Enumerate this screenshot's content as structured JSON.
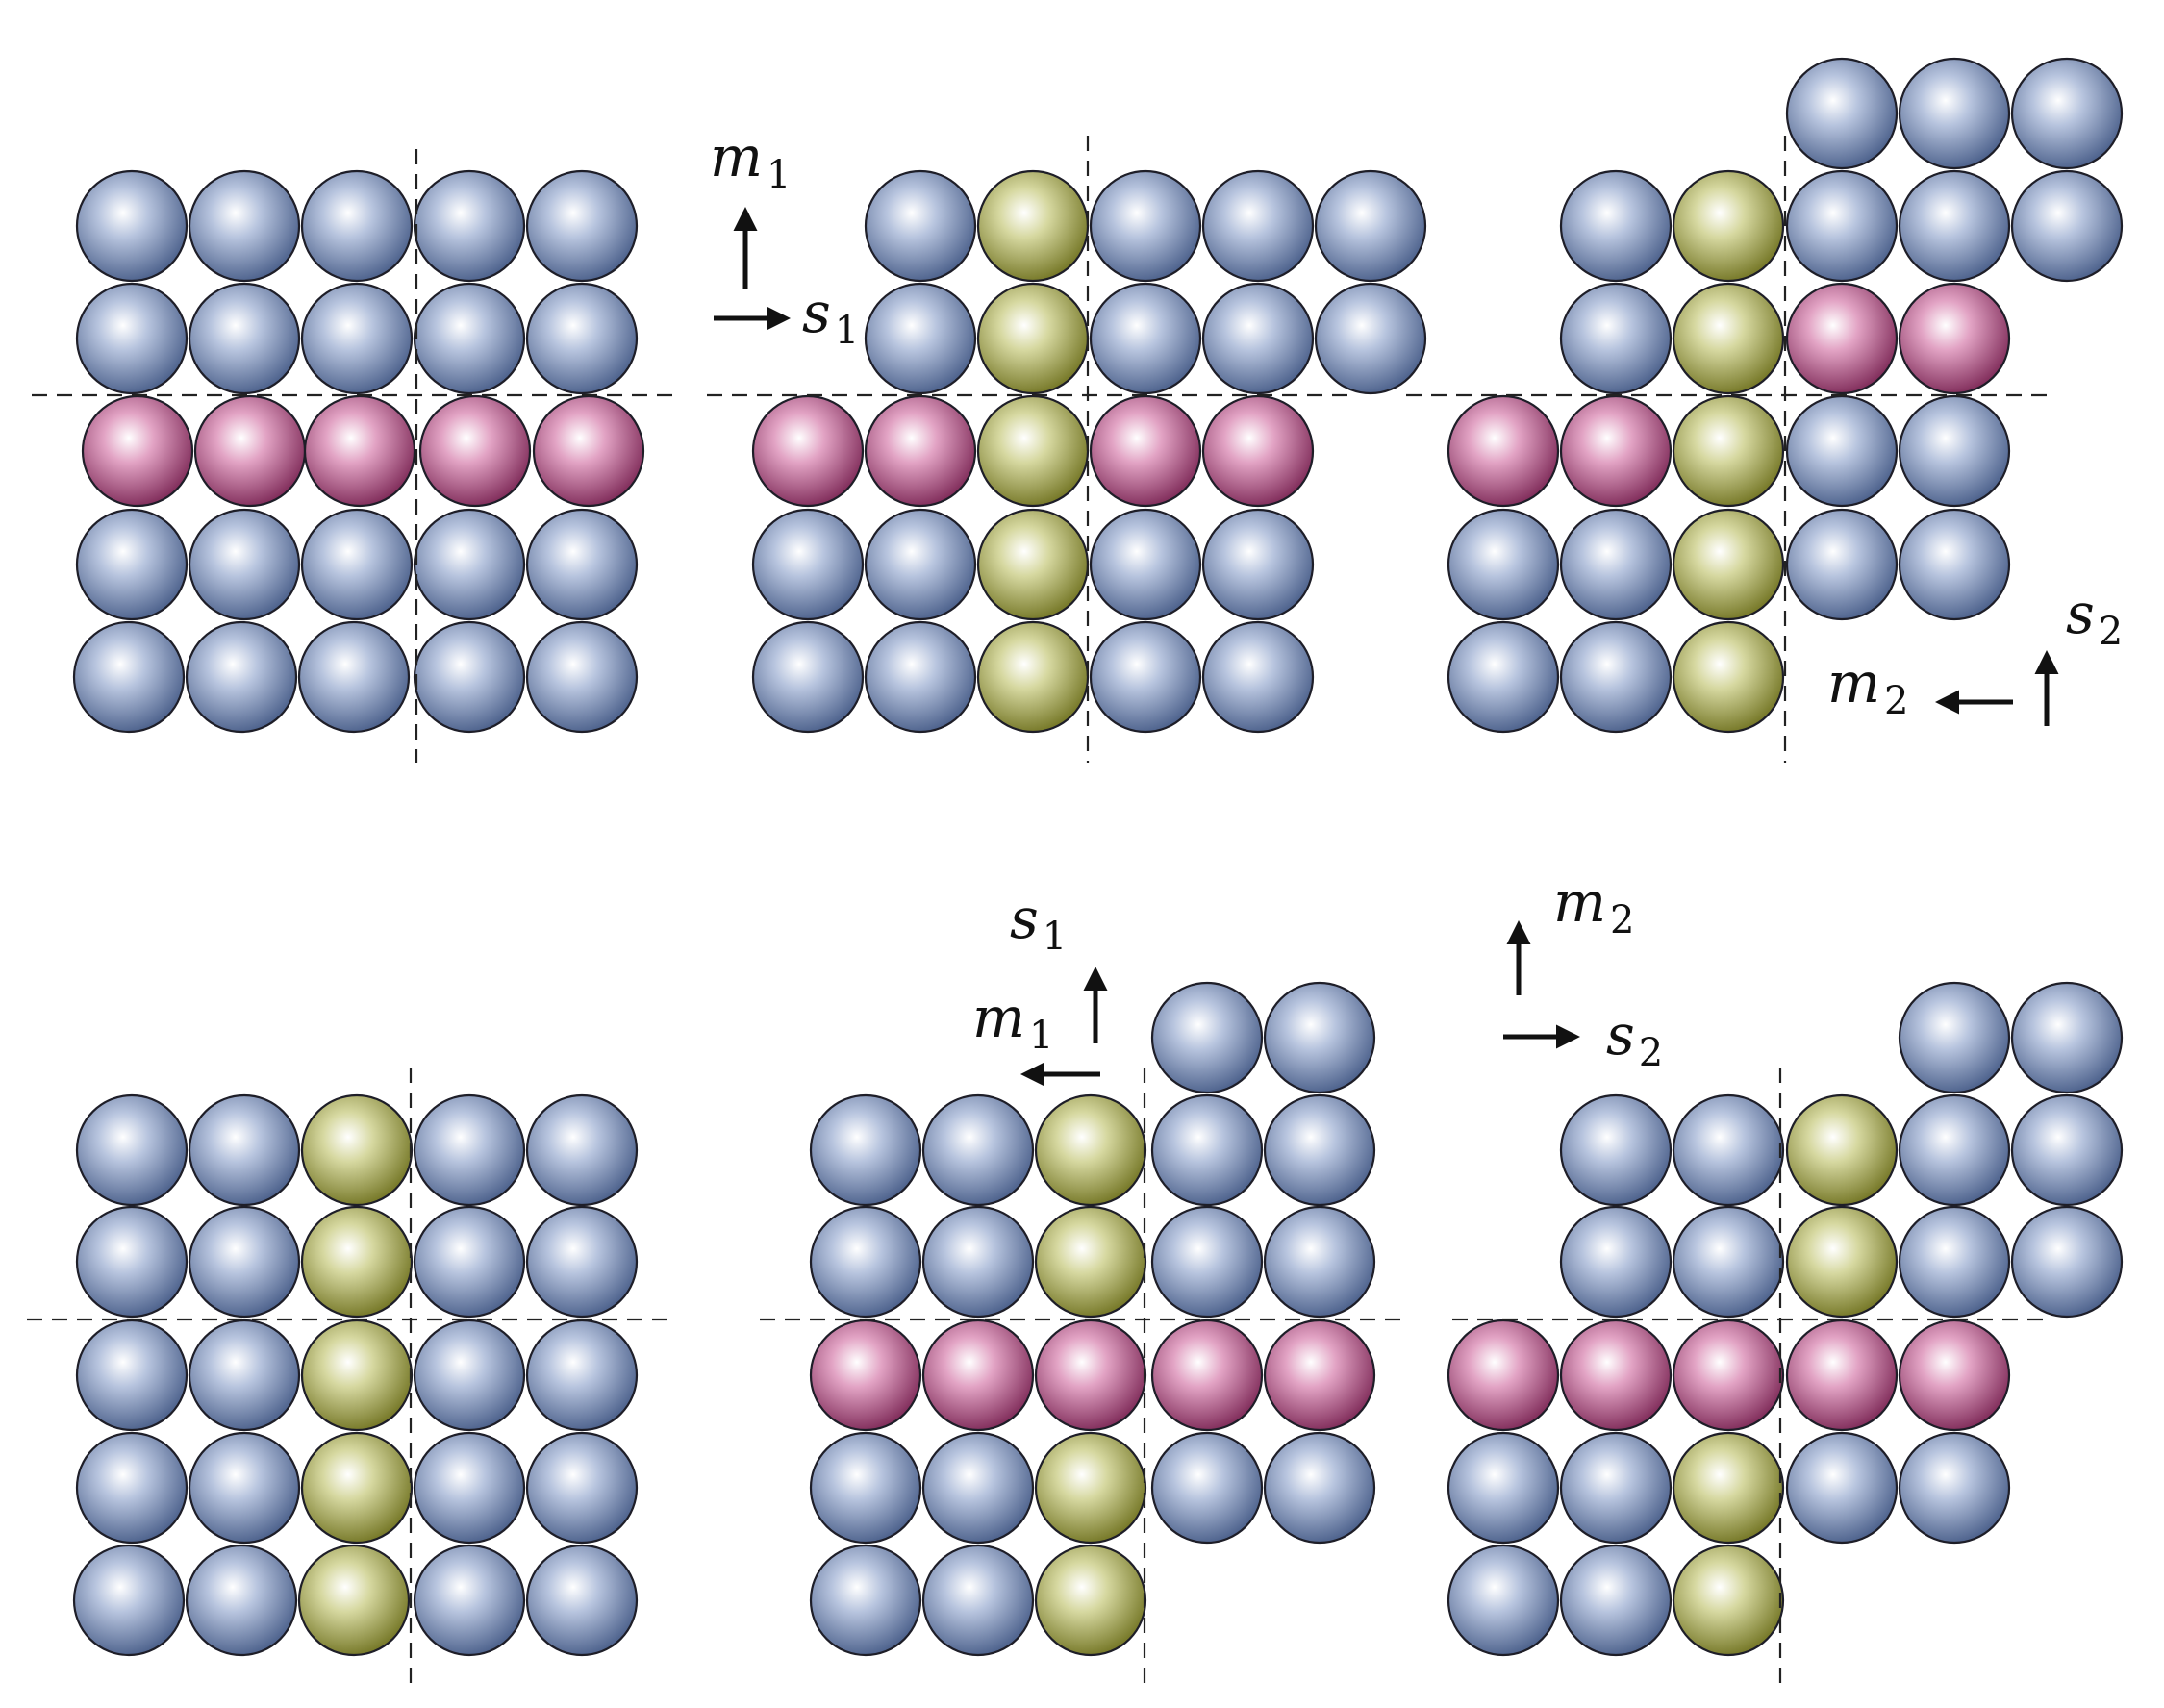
{
  "colors": {
    "blue": "#6c80a8",
    "magenta": "#a8487a",
    "olive": "#9fa24e",
    "line": "#1e1e28"
  },
  "labels": {
    "m": "m",
    "s": "s",
    "sub1": "1",
    "sub2": "2"
  }
}
